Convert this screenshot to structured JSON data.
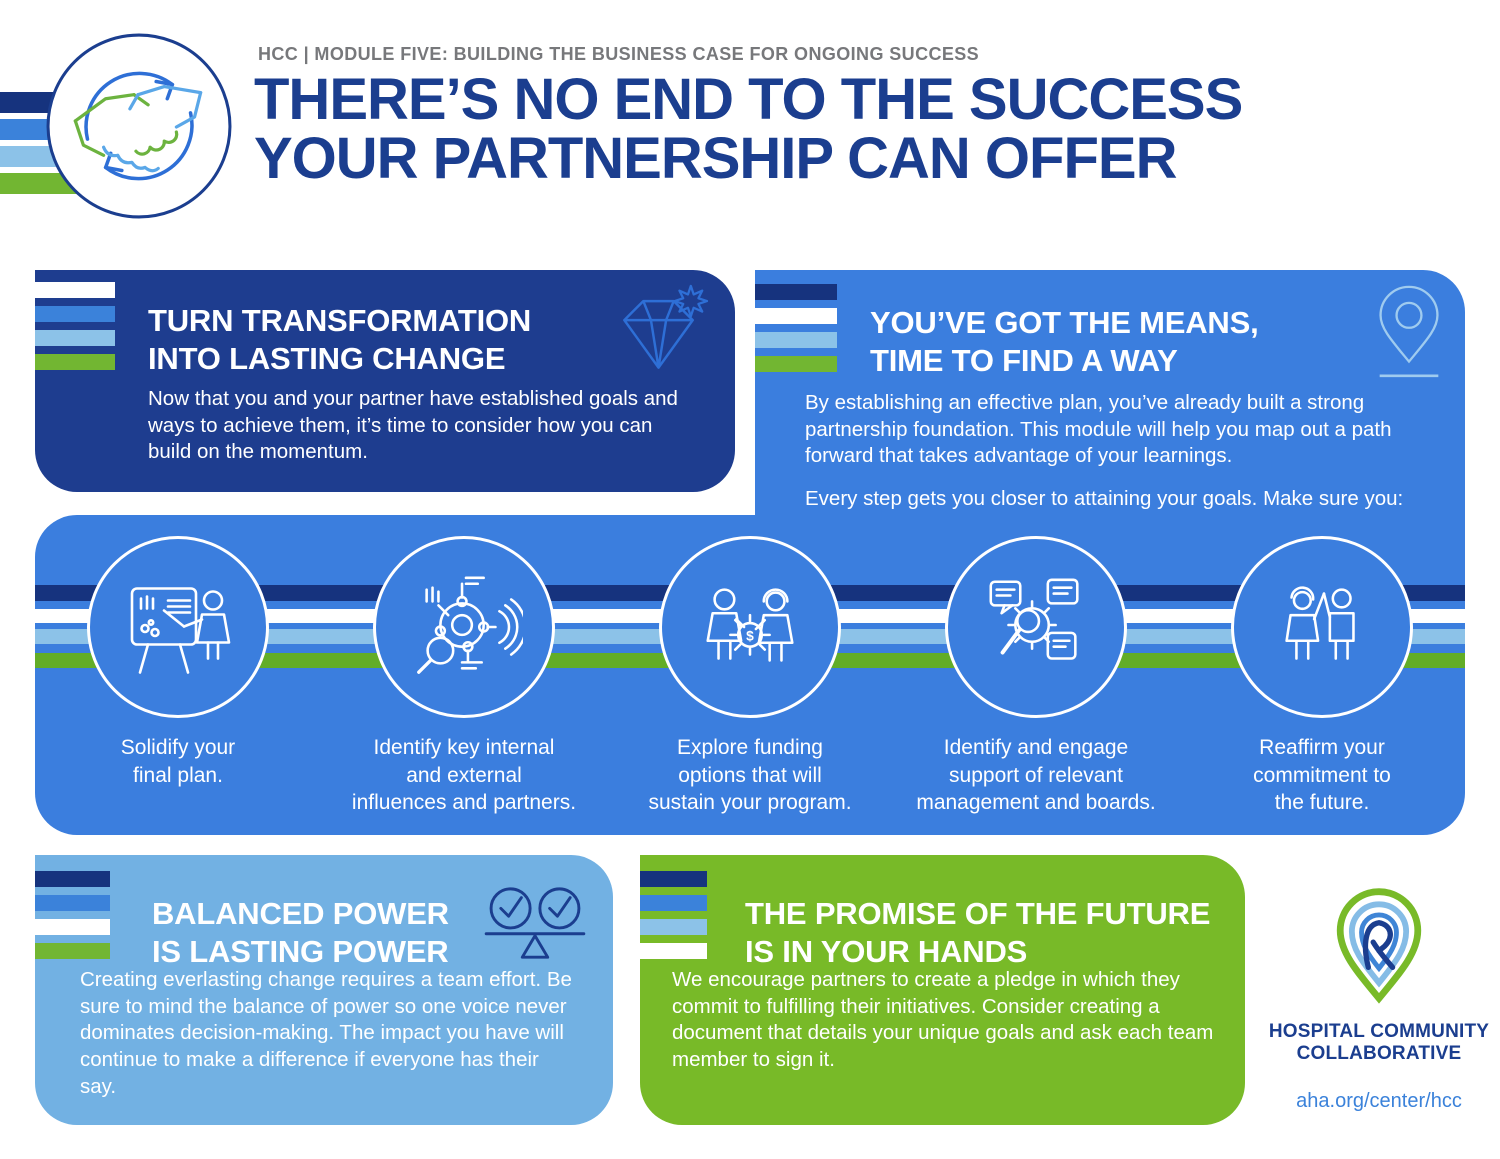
{
  "brand_colors": {
    "navy": "#1b3e8f",
    "stripe_navy": "#16337e",
    "blue": "#3b7ede",
    "stripe_blue": "#3b82da",
    "light_blue": "#72b1e3",
    "stripe_light_blue": "#8cc2e8",
    "green": "#78ba28",
    "stripe_green": "#72b632",
    "gray": "#77787b"
  },
  "header": {
    "eyebrow": "HCC | MODULE FIVE: BUILDING THE BUSINESS CASE FOR ONGOING SUCCESS",
    "title": "THERE’S NO END TO THE SUCCESS\nYOUR PARTNERSHIP CAN OFFER",
    "logo_icon": "handshake-cycle-icon"
  },
  "cards": {
    "transform": {
      "heading": "TURN TRANSFORMATION\nINTO LASTING CHANGE",
      "body": "Now that you and your partner have established goals and ways to achieve them, it’s time to consider how you can build on the momentum.",
      "icon": "diamond-icon"
    },
    "means": {
      "heading": "YOU’VE GOT THE MEANS,\nTIME TO FIND A WAY",
      "body": "By establishing an effective plan, you’ve already built a strong partnership foundation. This module will help you map out a path forward that takes advantage of your learnings.",
      "body2": "Every step gets you closer to attaining your goals. Make sure you:",
      "icon": "location-pin-icon"
    },
    "balanced": {
      "heading": "BALANCED POWER\nIS LASTING POWER",
      "body": "Creating everlasting change requires a team effort. Be sure to mind the balance of power so one voice never dominates decision-making. The impact you have will continue to make a difference if everyone has their say.",
      "icon": "balance-scale-icon"
    },
    "promise": {
      "heading": "THE PROMISE OF THE FUTURE\nIS IN YOUR HANDS",
      "body": "We encourage partners to create a pledge in which they commit to fulfilling their initiatives. Consider creating a document that details your unique goals and ask each team member to sign it."
    }
  },
  "steps": [
    {
      "icon": "presentation-plan-icon",
      "caption": "Solidify your\nfinal plan."
    },
    {
      "icon": "network-analysis-icon",
      "caption": "Identify key internal\nand external\ninfluences and partners."
    },
    {
      "icon": "funding-gear-icon",
      "caption": "Explore funding\noptions that will\nsustain your program."
    },
    {
      "icon": "engage-search-icon",
      "caption": "Identify and engage\nsupport of relevant\nmanagement and boards."
    },
    {
      "icon": "high-five-icon",
      "caption": "Reaffirm your\ncommitment to\nthe future."
    }
  ],
  "footer": {
    "org_name": "HOSPITAL COMMUNITY\nCOLLABORATIVE",
    "url": "aha.org/center/hcc",
    "logo_icon": "hcc-pin-logo"
  }
}
